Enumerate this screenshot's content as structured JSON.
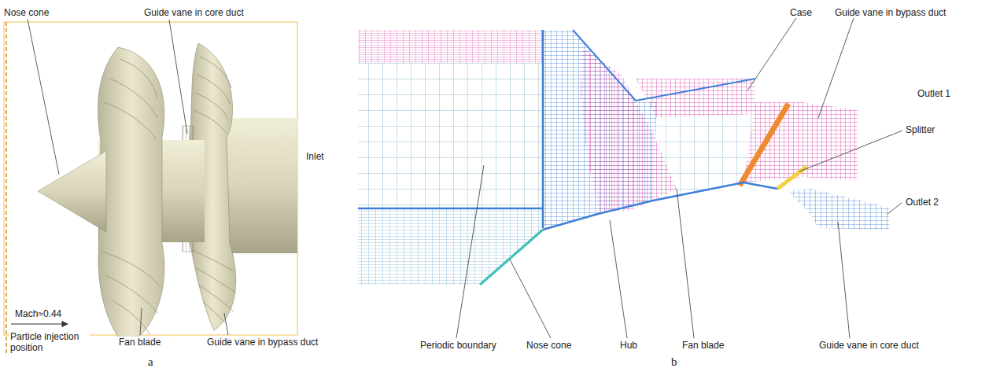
{
  "diagram": {
    "labels": [
      "Nose cone",
      "Guide vane in core duct",
      "Mach≈0.44",
      "Particle injection position",
      "Fan blade",
      "Guide vane in bypass duct",
      "a",
      "Inlet",
      "Periodic boundary",
      "Nose cone",
      "Hub",
      "Fan blade",
      "Guide vane in core duct",
      "Case",
      "Guide vane in bypass duct",
      "Outlet 1",
      "Splitter",
      "Outlet 2",
      "b"
    ]
  }
}
